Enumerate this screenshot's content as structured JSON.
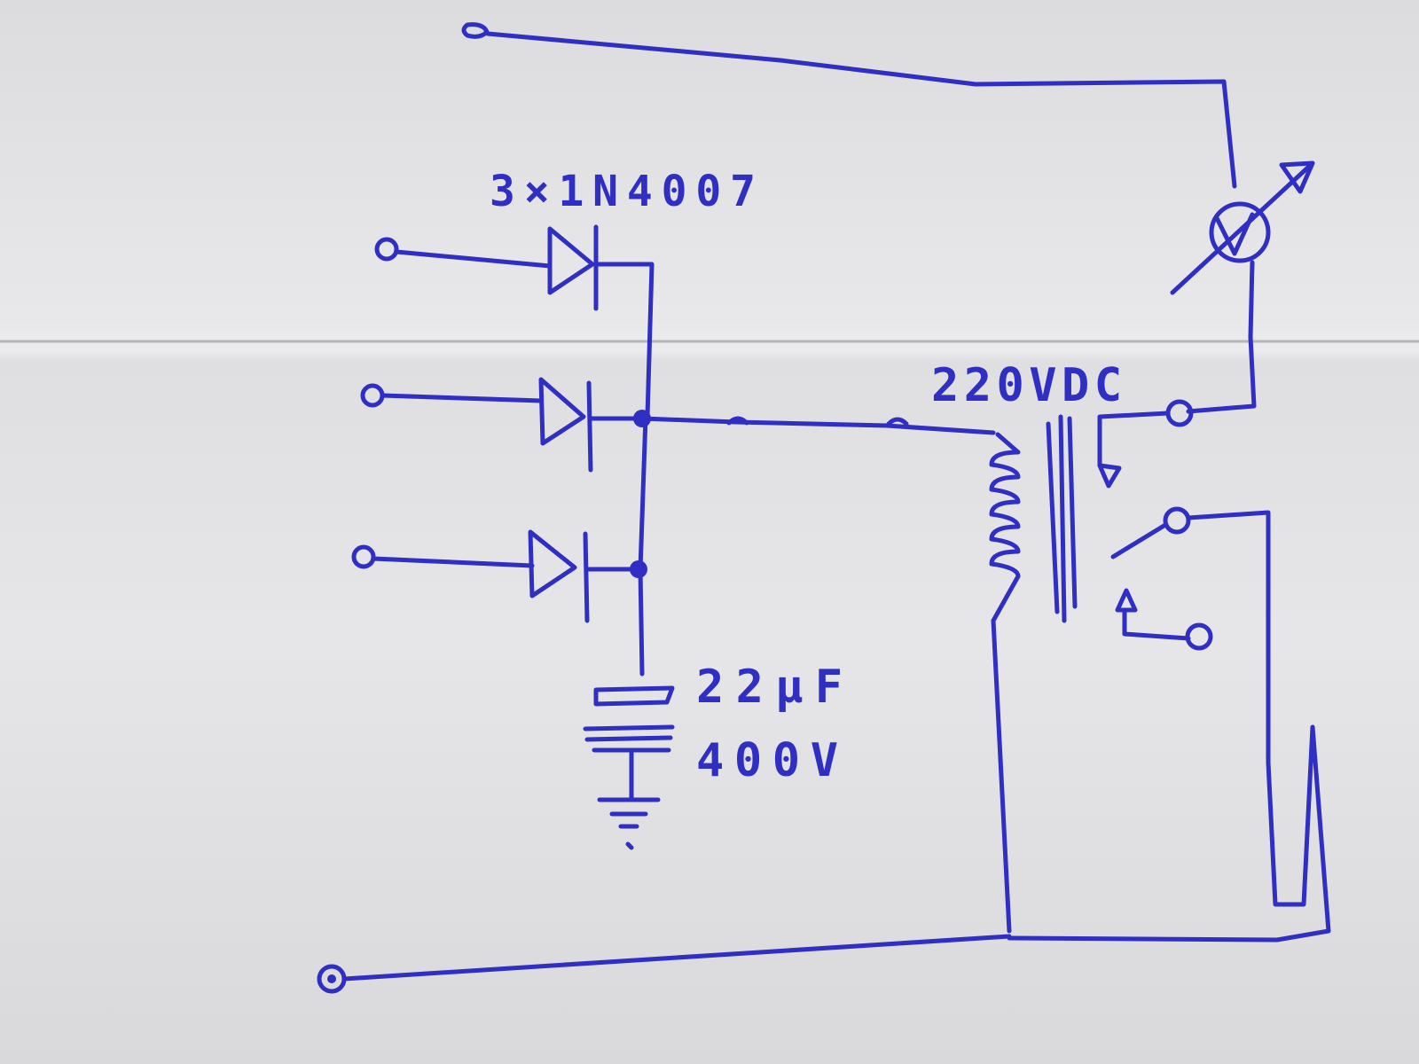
{
  "labels": {
    "diodes": "3×1N4007",
    "relay_voltage": "220VDC",
    "capacitor_value": "22μF",
    "capacitor_voltage": "400V"
  },
  "colors": {
    "ink": "#2f2fc4",
    "paper": "#e6e6e8"
  }
}
